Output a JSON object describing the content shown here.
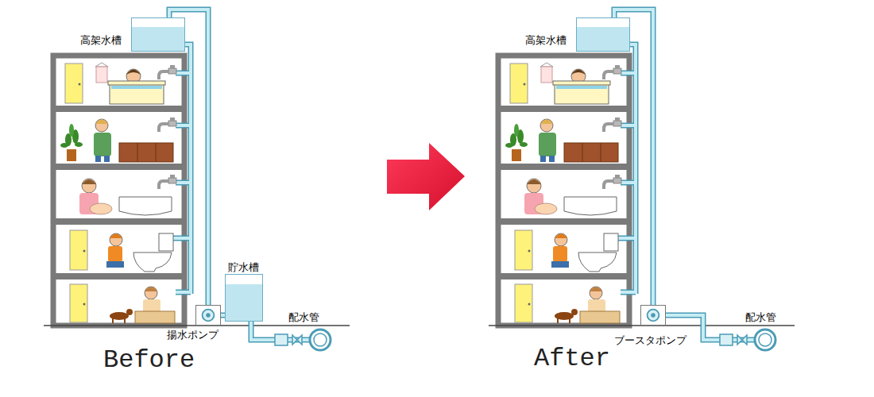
{
  "diagram": {
    "nodes": [
      {
        "text": [
          "高架水槽"
        ]
      },
      {
        "text": [
          "貯水槽"
        ]
      },
      {
        "text": [
          "揚水ポンプ"
        ]
      },
      {
        "text": [
          "配水管"
        ]
      },
      {
        "text": [
          "高架水槽"
        ]
      },
      {
        "text": [
          "ブースタポンプ"
        ]
      },
      {
        "text": [
          "配水管"
        ]
      }
    ],
    "edges": [
      {
        "from": 3,
        "to": 1,
        "arrow": "none"
      },
      {
        "from": 1,
        "to": 2,
        "arrow": "none"
      },
      {
        "from": 2,
        "to": 0,
        "arrow": "none"
      },
      {
        "from": 6,
        "to": 5,
        "arrow": "none"
      },
      {
        "from": 5,
        "to": 4,
        "arrow": "none"
      }
    ],
    "labels": [
      "Before",
      "After"
    ]
  }
}
